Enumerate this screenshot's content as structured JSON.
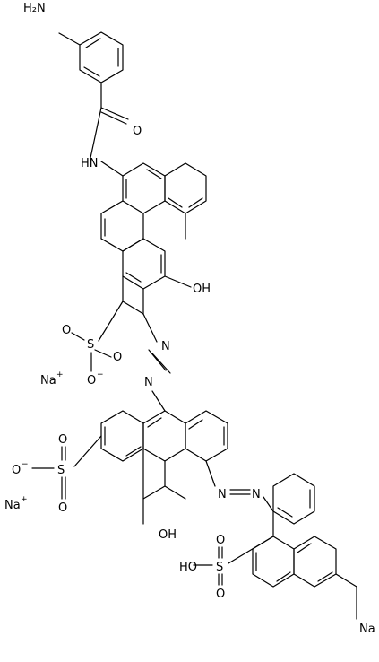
{
  "structure": {
    "nh2": "H₂N",
    "amide_o": "O",
    "amide_nh": "HN",
    "oh_1": "OH",
    "azo_a1": "N",
    "azo_a2": "N",
    "sulfo1_o_top": "O",
    "sulfo1_s": "S",
    "sulfo1_o_right": "O",
    "sulfo1_o_bottom": "O",
    "sulfo1_charge": "−",
    "na_1": "Na",
    "na_1_charge": "+",
    "sulfo2_o_top": "O",
    "sulfo2_o_left": "O",
    "sulfo2_charge": "−",
    "sulfo2_s": "S",
    "sulfo2_o_bottom": "O",
    "na_2": "Na",
    "na_2_charge": "+",
    "oh_2": "OH",
    "azo_b1": "N",
    "azo_b2": "N",
    "sulfo3_ho": "HO",
    "sulfo3_s": "S",
    "sulfo3_o_top": "O",
    "sulfo3_o_bottom": "O",
    "na_3": "Na"
  }
}
